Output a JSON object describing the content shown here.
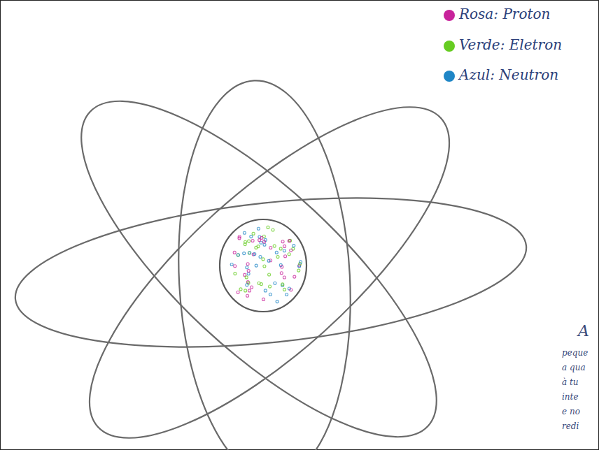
{
  "diagram": {
    "labels": [
      "A",
      "peque",
      "a qua",
      "à tu",
      "inte",
      "e no",
      "redi"
    ],
    "legend": [
      {
        "text": "Rosa: Proton",
        "color": "#c8239b"
      },
      {
        "text": "Verde: Eletron",
        "color": "#66cc22"
      },
      {
        "text": "Azul: Neutron",
        "color": "#1f86c6"
      }
    ]
  }
}
